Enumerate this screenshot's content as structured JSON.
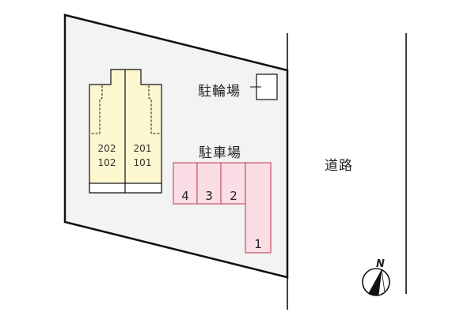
{
  "map": {
    "labels": {
      "bicycle_parking": "駐輪場",
      "car_parking": "駐車場",
      "road": "道路"
    },
    "building": {
      "units": [
        {
          "upper": "202",
          "lower": "102"
        },
        {
          "upper": "201",
          "lower": "101"
        }
      ]
    },
    "parking_spaces": [
      "4",
      "3",
      "2",
      "1"
    ],
    "compass": {
      "label": "N"
    },
    "colors": {
      "lot_fill": "#f3f3f3",
      "building_fill": "#fcf7cf",
      "parking_fill": "#fbdde6",
      "parking_stroke": "#c9606f",
      "line": "#111111"
    }
  }
}
